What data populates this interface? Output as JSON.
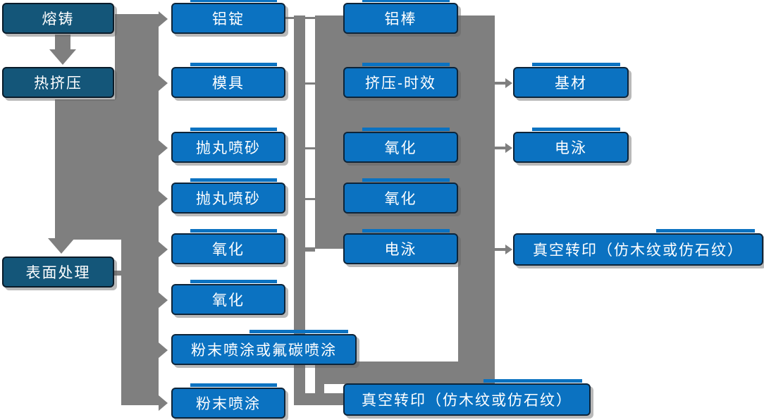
{
  "palette": {
    "process_box_fill": "#0b72c1",
    "stage_box_fill": "#145679",
    "box_border": "#0d2439",
    "connector_gray": "#7f7f7f",
    "text_color": "#ffffff",
    "background": "#ffffff"
  },
  "columns": {
    "c1": [
      {
        "label": "熔铸"
      },
      {
        "label": "热挤压"
      },
      {
        "label": "表面处理"
      }
    ],
    "c2": [
      {
        "label": "铝锭"
      },
      {
        "label": "模具"
      },
      {
        "label": "抛丸喷砂"
      },
      {
        "label": "抛丸喷砂"
      },
      {
        "label": "氧化"
      },
      {
        "label": "氧化"
      },
      {
        "label": "粉末喷涂或氟碳喷涂"
      },
      {
        "label": "粉末喷涂"
      }
    ],
    "c3": [
      {
        "label": "铝棒"
      },
      {
        "label": "挤压-时效"
      },
      {
        "label": "氧化"
      },
      {
        "label": "氧化"
      },
      {
        "label": "电泳"
      },
      {
        "label": "真空转印（仿木纹或仿石纹）"
      }
    ],
    "c4": [
      {
        "label": "基材"
      },
      {
        "label": "电泳"
      },
      {
        "label": "真空转印（仿木纹或仿石纹）"
      }
    ]
  }
}
